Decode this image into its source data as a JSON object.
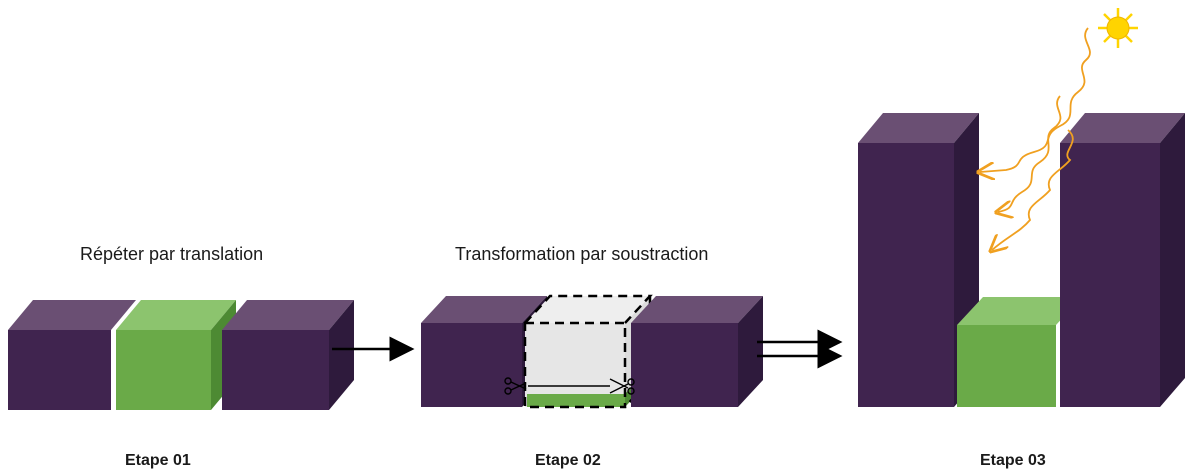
{
  "captions": {
    "step1": "Répéter par translation",
    "step2": "Transformation par soustraction"
  },
  "steps": {
    "s1": "Etape 01",
    "s2": "Etape 02",
    "s3": "Etape 03"
  },
  "colors": {
    "purple_front": "#40244f",
    "purple_top": "#6a4f73",
    "purple_side": "#2e1a3c",
    "green_front": "#6aaa48",
    "green_top": "#8cc46e",
    "green_side": "#4d8a33",
    "ghost_fill": "#e6e6e6",
    "sun": "#ffd400",
    "rays": "#f0a020"
  },
  "icons": [
    "scissors-icon",
    "sun-icon",
    "arrow-right-icon",
    "double-arrow-right-icon"
  ]
}
